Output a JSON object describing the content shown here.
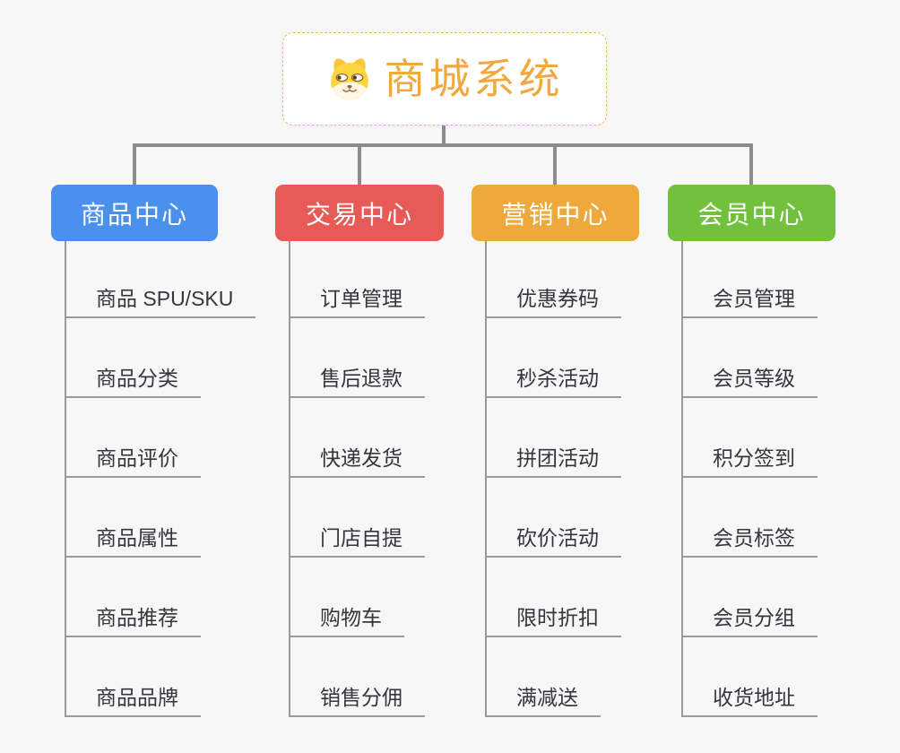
{
  "root": {
    "title": "商城系统",
    "icon": "dog-face-icon"
  },
  "branches": [
    {
      "label": "商品中心",
      "color": "#4A90EC",
      "children": [
        "商品 SPU/SKU",
        "商品分类",
        "商品评价",
        "商品属性",
        "商品推荐",
        "商品品牌"
      ]
    },
    {
      "label": "交易中心",
      "color": "#E85A55",
      "children": [
        "订单管理",
        "售后退款",
        "快递发货",
        "门店自提",
        "购物车",
        "销售分佣"
      ]
    },
    {
      "label": "营销中心",
      "color": "#EDA93C",
      "children": [
        "优惠券码",
        "秒杀活动",
        "拼团活动",
        "砍价活动",
        "限时折扣",
        "满减送"
      ]
    },
    {
      "label": "会员中心",
      "color": "#72C13D",
      "children": [
        "会员管理",
        "会员等级",
        "积分签到",
        "会员标签",
        "会员分组",
        "收货地址"
      ]
    }
  ],
  "colors": {
    "background": "#F7F7F7",
    "connector_main": "#8C8C8C",
    "connector_child": "#9A9A9A",
    "root_border": "#F0BC69",
    "root_title": "#F1A83E",
    "child_text": "#33363C"
  }
}
